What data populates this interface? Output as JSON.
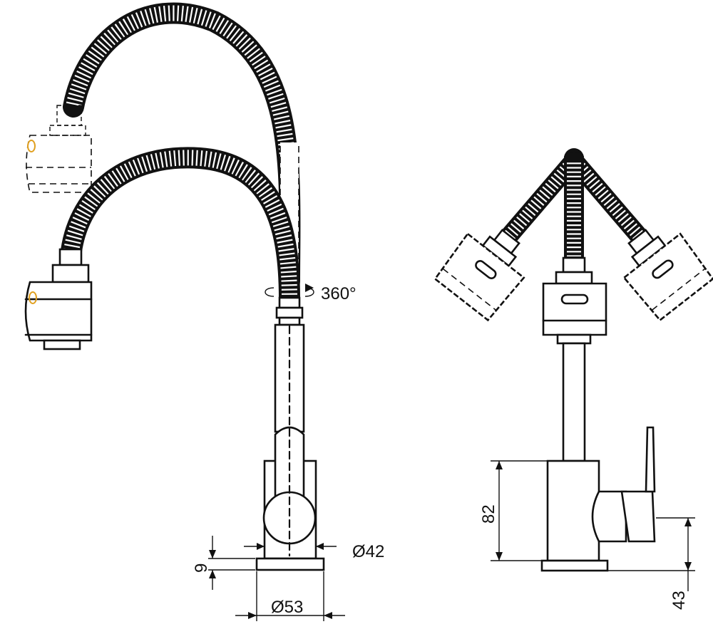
{
  "dimensions": {
    "rotation": "360°",
    "body_diameter": "Ø42",
    "base_diameter": "Ø53",
    "base_height": "9",
    "body_height": "82",
    "handle_height": "43"
  }
}
